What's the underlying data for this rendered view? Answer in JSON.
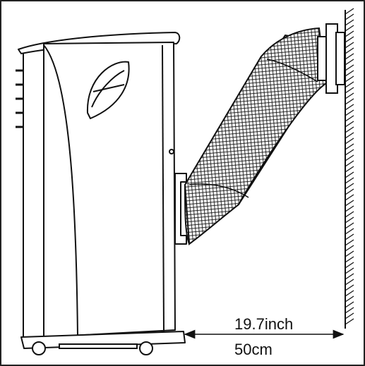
{
  "diagram": {
    "labels": {
      "distance_imperial": "19.7inch",
      "distance_metric": "50cm"
    },
    "parts": [
      "portable-air-conditioner",
      "exhaust-hose",
      "wall",
      "wall-adapter",
      "caster-wheels",
      "distance-dimension"
    ]
  }
}
